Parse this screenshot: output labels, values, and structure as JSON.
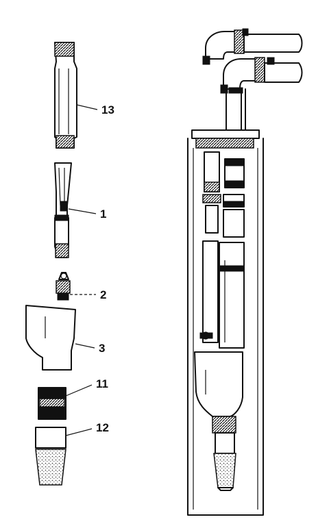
{
  "callouts": [
    {
      "label": "13"
    },
    {
      "label": "1"
    },
    {
      "label": "2"
    },
    {
      "label": "3"
    },
    {
      "label": "11"
    },
    {
      "label": "12"
    }
  ]
}
